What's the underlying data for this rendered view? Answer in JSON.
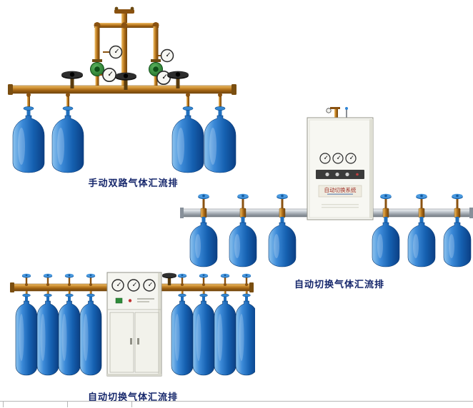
{
  "page": {
    "background_color": "#ffffff",
    "caption_color": "#15266b"
  },
  "products": [
    {
      "caption": "手动双路气体汇流排",
      "cylinder_count": 4,
      "gauge_count": 4,
      "pipe_valve_count": 3,
      "regulator_count": 2
    },
    {
      "caption": "自动切换气体汇流排",
      "cylinder_count": 6,
      "cabinet_label": "自动切换系统",
      "cabinet_gauge_count": 3
    },
    {
      "caption": "自动切换气体汇流排",
      "cylinder_count": 8,
      "cabinet_gauge_count": 3
    }
  ],
  "colors": {
    "cylinder_blue": "#1560b0",
    "brass_pipe": "#a36414",
    "silver_pipe": "#9aa1a9",
    "cabinet_body": "#f5f5f0",
    "regulator_green": "#2e8b3a",
    "valve_handle_blue": "#2f85d6"
  }
}
